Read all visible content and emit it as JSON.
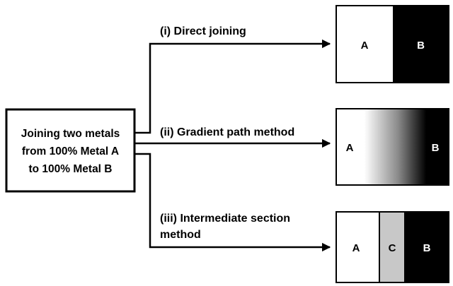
{
  "source_box": {
    "lines": [
      "Joining two metals",
      "from 100% Metal A",
      "to 100% Metal B"
    ]
  },
  "methods": [
    {
      "label_lines": [
        "(i) Direct joining"
      ],
      "segments": [
        "A",
        "B"
      ]
    },
    {
      "label_lines": [
        "(ii) Gradient path method"
      ],
      "segments": [
        "A",
        "B"
      ]
    },
    {
      "label_lines": [
        "(iii) Intermediate section",
        "method"
      ],
      "segments": [
        "A",
        "C",
        "B"
      ]
    }
  ],
  "colors": {
    "stroke": "#000000",
    "metal_a": "#ffffff",
    "metal_b": "#000000",
    "metal_c": "#c8c8c8",
    "text_dark": "#000000",
    "text_light": "#ffffff"
  }
}
